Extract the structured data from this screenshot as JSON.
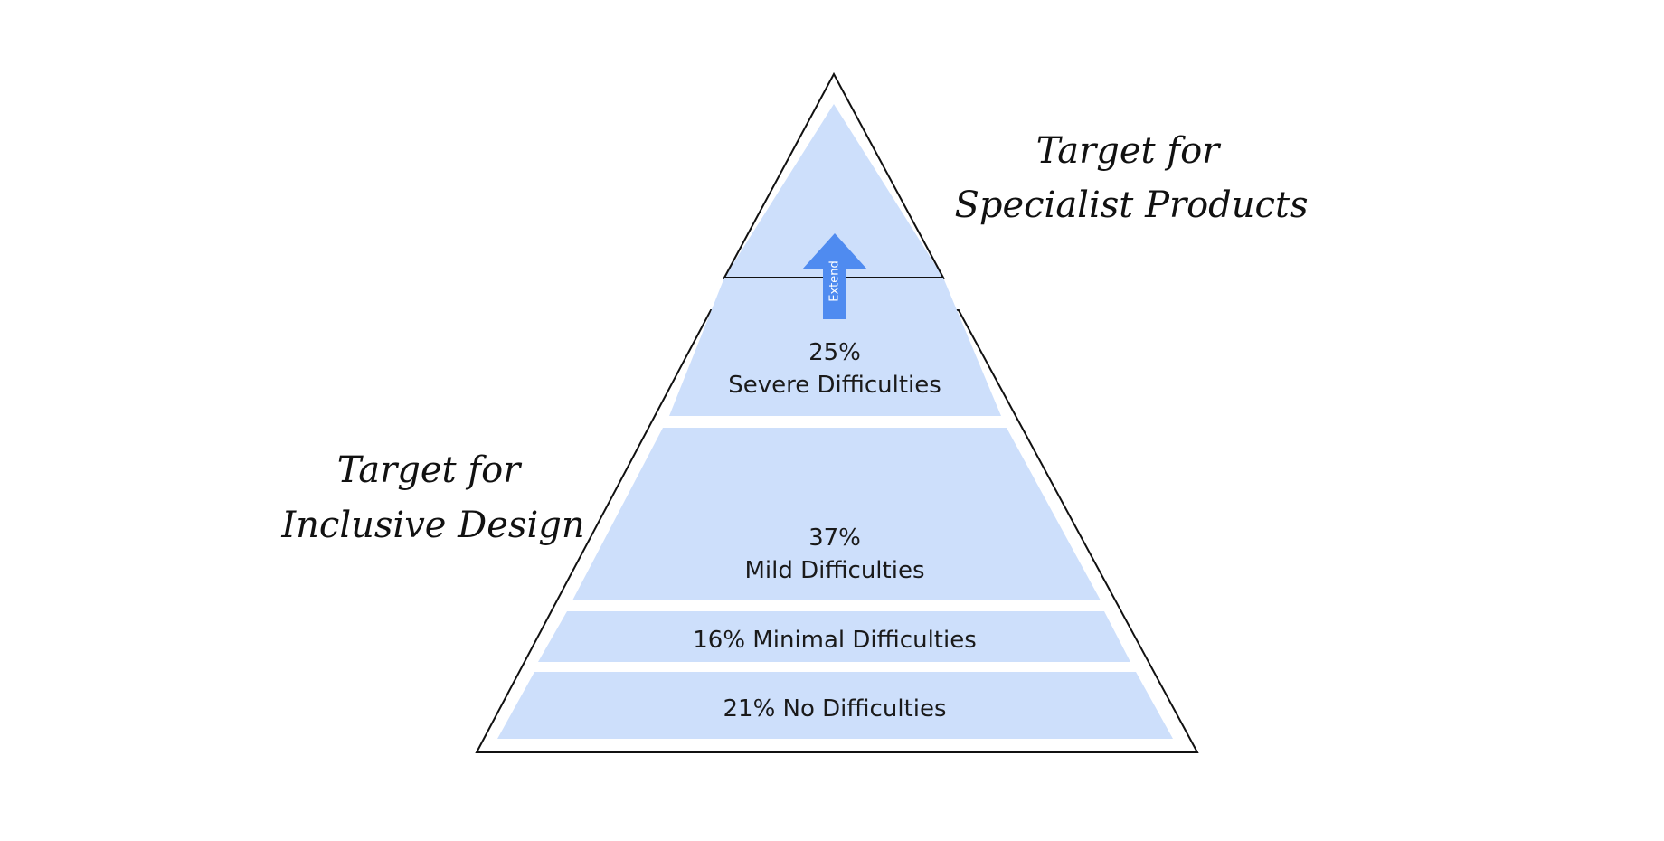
{
  "diagram": {
    "specialist_label": {
      "line1": "Target for",
      "line2": "Specialist Products"
    },
    "inclusive_label": {
      "line1": "Target for",
      "line2": "Inclusive Design"
    },
    "extend_arrow_label": "Extend",
    "tiers": [
      {
        "line1": "25%",
        "line2": "Severe Difficulties"
      },
      {
        "line1": "37%",
        "line2": "Mild Difficulties"
      },
      {
        "line1": "16% Minimal Difficulties"
      },
      {
        "line1": "21% No Difficulties"
      }
    ],
    "colors": {
      "tier_fill": "#cddffb",
      "arrow_fill": "#4f8bf0",
      "outline": "#111111",
      "text": "#1a1a1a"
    }
  }
}
